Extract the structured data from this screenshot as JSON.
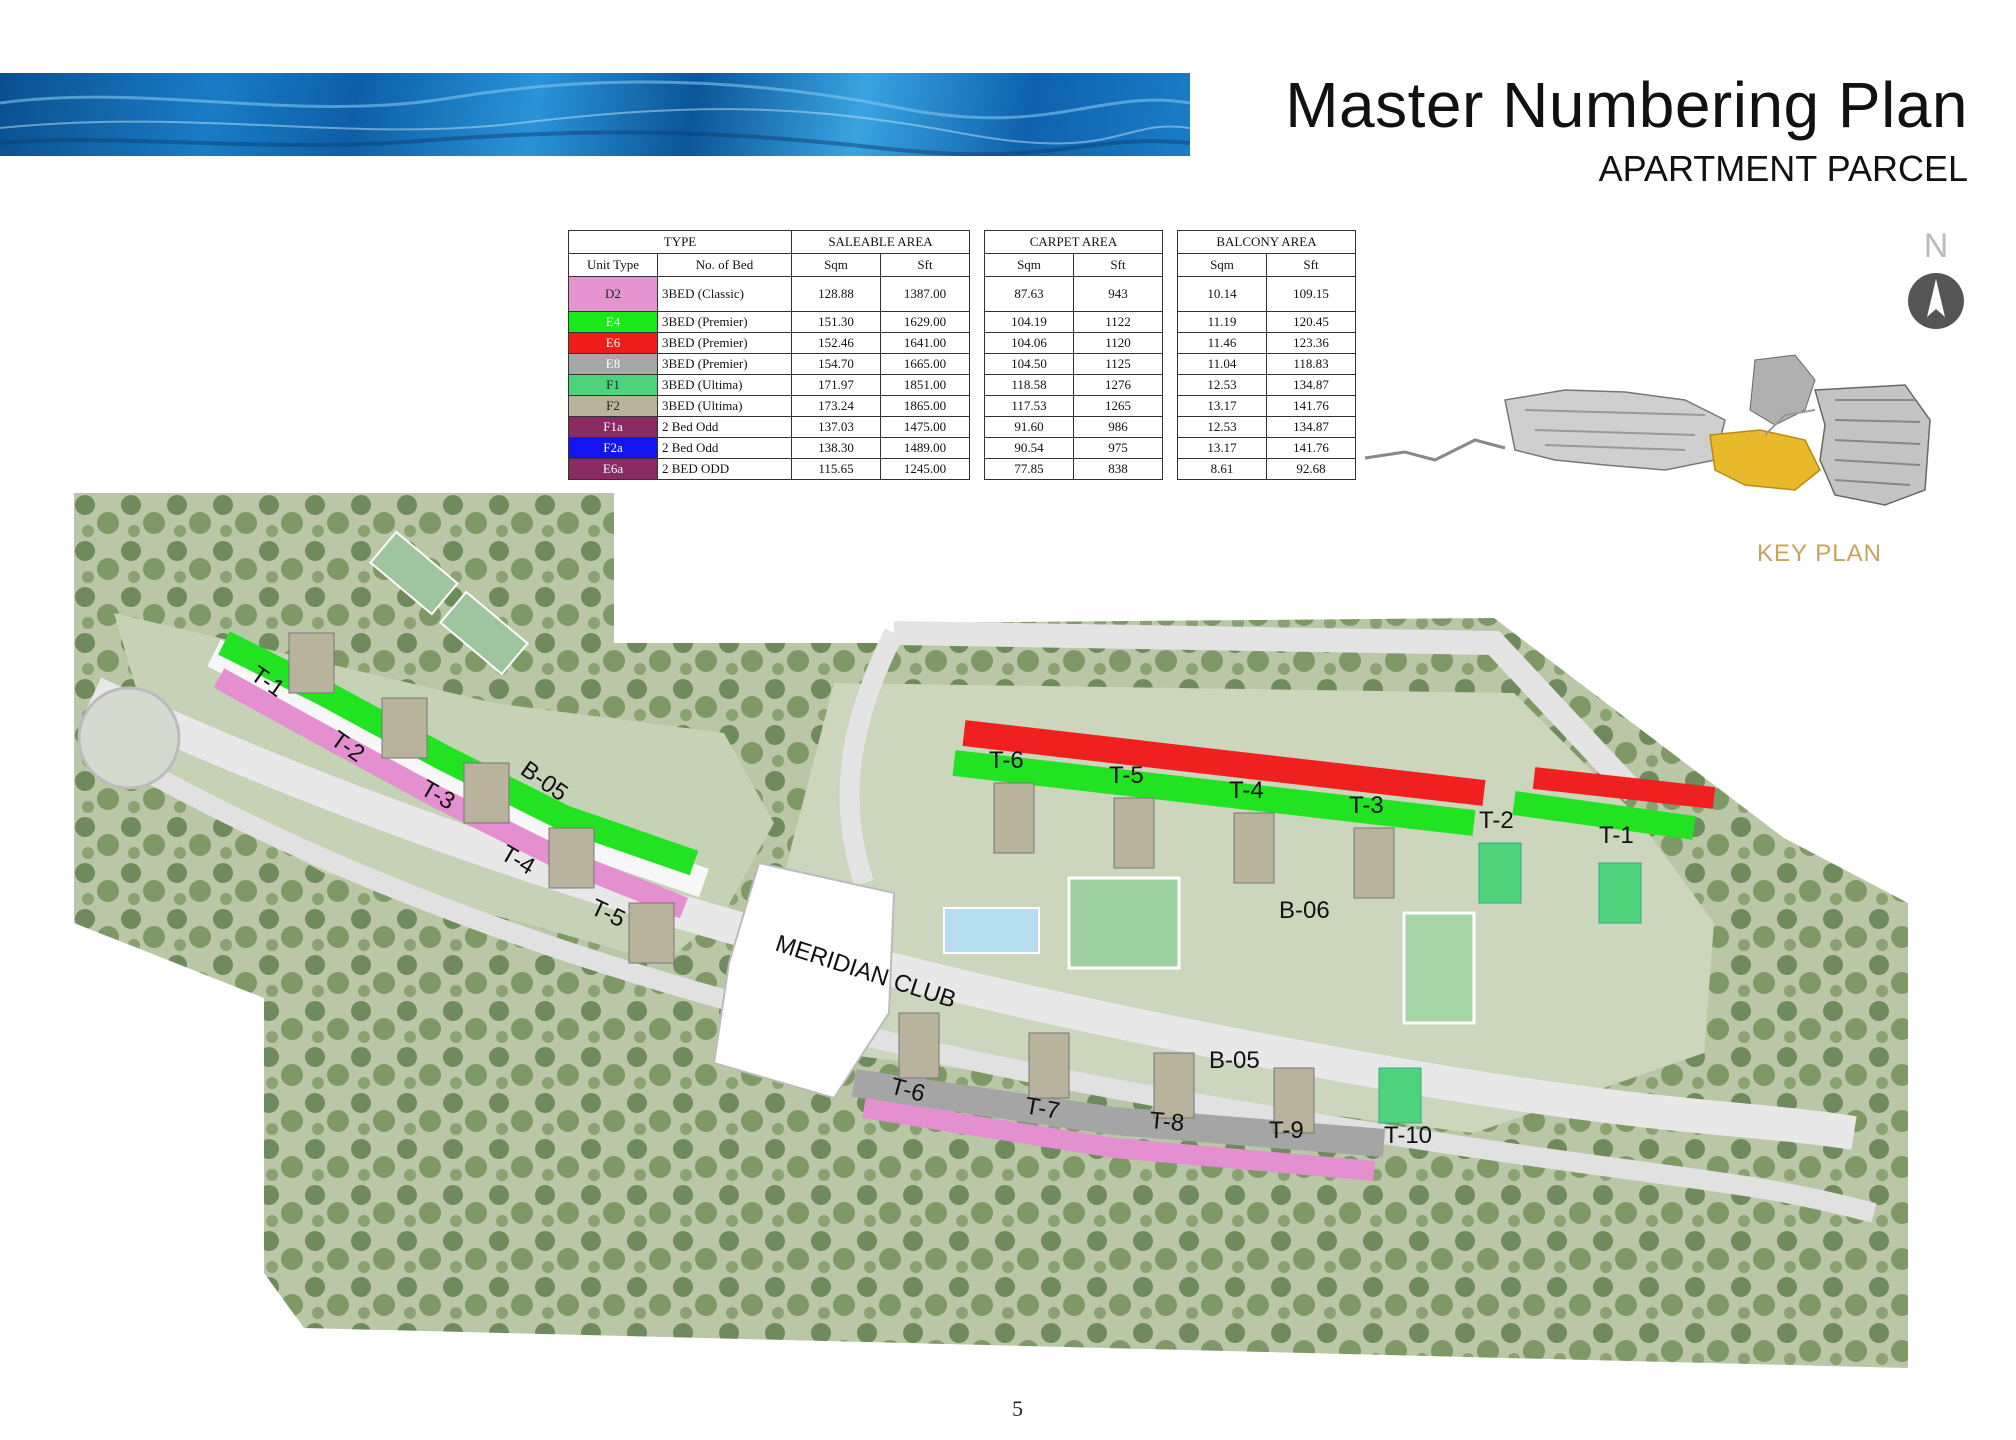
{
  "header": {
    "title": "Master Numbering Plan",
    "subtitle": "APARTMENT PARCEL"
  },
  "table": {
    "headers": {
      "type": "TYPE",
      "saleable": "SALEABLE AREA",
      "carpet": "CARPET AREA",
      "balcony": "BALCONY AREA",
      "unit_type": "Unit Type",
      "no_of_bed": "No. of Bed",
      "sqm": "Sqm",
      "sft": "Sft"
    },
    "rows": [
      {
        "code": "D2",
        "color": "#e594d2",
        "text_color": "#222222",
        "bed": "3BED (Classic)",
        "saleable_sqm": "128.88",
        "saleable_sft": "1387.00",
        "carpet_sqm": "87.63",
        "carpet_sft": "943",
        "balcony_sqm": "10.14",
        "balcony_sft": "109.15"
      },
      {
        "code": "E4",
        "color": "#19e819",
        "text_color": "#ffffff",
        "bed": "3BED (Premier)",
        "saleable_sqm": "151.30",
        "saleable_sft": "1629.00",
        "carpet_sqm": "104.19",
        "carpet_sft": "1122",
        "balcony_sqm": "11.19",
        "balcony_sft": "120.45"
      },
      {
        "code": "E6",
        "color": "#ef1c1c",
        "text_color": "#ffffff",
        "bed": "3BED (Premier)",
        "saleable_sqm": "152.46",
        "saleable_sft": "1641.00",
        "carpet_sqm": "104.06",
        "carpet_sft": "1120",
        "balcony_sqm": "11.46",
        "balcony_sft": "123.36"
      },
      {
        "code": "E8",
        "color": "#a7a7a7",
        "text_color": "#ffffff",
        "bed": "3BED (Premier)",
        "saleable_sqm": "154.70",
        "saleable_sft": "1665.00",
        "carpet_sqm": "104.50",
        "carpet_sft": "1125",
        "balcony_sqm": "11.04",
        "balcony_sft": "118.83"
      },
      {
        "code": "F1",
        "color": "#4fd27c",
        "text_color": "#222222",
        "bed": "3BED (Ultima)",
        "saleable_sqm": "171.97",
        "saleable_sft": "1851.00",
        "carpet_sqm": "118.58",
        "carpet_sft": "1276",
        "balcony_sqm": "12.53",
        "balcony_sft": "134.87"
      },
      {
        "code": "F2",
        "color": "#b9b29d",
        "text_color": "#222222",
        "bed": "3BED (Ultima)",
        "saleable_sqm": "173.24",
        "saleable_sft": "1865.00",
        "carpet_sqm": "117.53",
        "carpet_sft": "1265",
        "balcony_sqm": "13.17",
        "balcony_sft": "141.76"
      },
      {
        "code": "F1a",
        "color": "#8a2a62",
        "text_color": "#ffffff",
        "bed": "2 Bed Odd",
        "saleable_sqm": "137.03",
        "saleable_sft": "1475.00",
        "carpet_sqm": "91.60",
        "carpet_sft": "986",
        "balcony_sqm": "12.53",
        "balcony_sft": "134.87"
      },
      {
        "code": "F2a",
        "color": "#1414f0",
        "text_color": "#ffffff",
        "bed": "2 Bed Odd",
        "saleable_sqm": "138.30",
        "saleable_sft": "1489.00",
        "carpet_sqm": "90.54",
        "carpet_sft": "975",
        "balcony_sqm": "13.17",
        "balcony_sft": "141.76"
      },
      {
        "code": "E6a",
        "color": "#8a2a62",
        "text_color": "#ffffff",
        "bed": "2 BED ODD",
        "saleable_sqm": "115.65",
        "saleable_sft": "1245.00",
        "carpet_sqm": "77.85",
        "carpet_sft": "838",
        "balcony_sqm": "8.61",
        "balcony_sft": "92.68"
      }
    ]
  },
  "compass": {
    "label": "N"
  },
  "key_plan": {
    "label": "KEY PLAN",
    "highlight_color": "#e8b92a"
  },
  "site_plan": {
    "labels": {
      "block_left": "B-05",
      "block_right_top": "B-06",
      "block_right_bottom": "B-05",
      "club": "MERIDIAN CLUB"
    },
    "towers_left": [
      "T-1",
      "T-2",
      "T-3",
      "T-4",
      "T-5"
    ],
    "towers_top": [
      "T-6",
      "T-5",
      "T-4",
      "T-3",
      "T-2",
      "T-1"
    ],
    "towers_bottom": [
      "T-6",
      "T-7",
      "T-8",
      "T-9",
      "T-10"
    ]
  },
  "page_number": "5"
}
